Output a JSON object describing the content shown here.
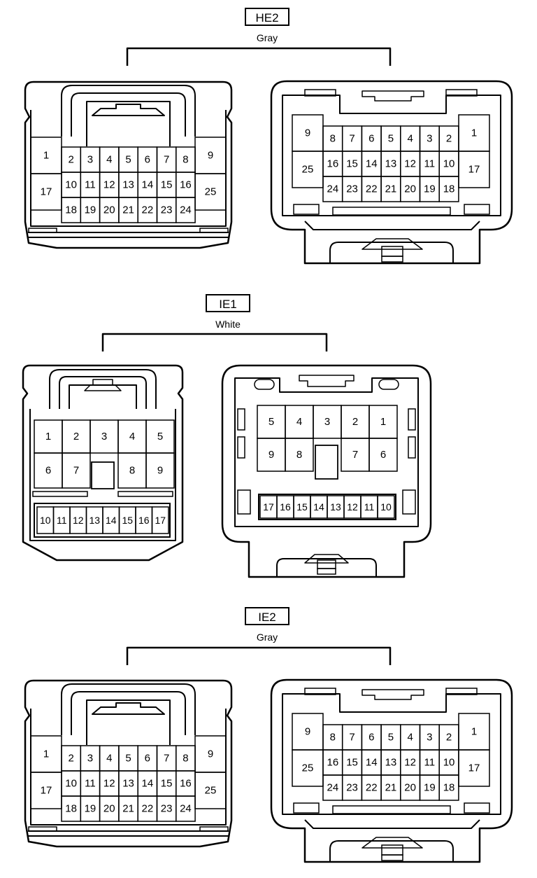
{
  "connectors": [
    {
      "code": "HE2",
      "color": "Gray",
      "female_pins": {
        "left_col": [
          "1",
          "17"
        ],
        "right_col": [
          "9",
          "25"
        ],
        "rows": [
          [
            "2",
            "3",
            "4",
            "5",
            "6",
            "7",
            "8"
          ],
          [
            "10",
            "11",
            "12",
            "13",
            "14",
            "15",
            "16"
          ],
          [
            "18",
            "19",
            "20",
            "21",
            "22",
            "23",
            "24"
          ]
        ]
      },
      "male_pins": {
        "left_col": [
          "9",
          "25"
        ],
        "right_col": [
          "1",
          "17"
        ],
        "rows": [
          [
            "8",
            "7",
            "6",
            "5",
            "4",
            "3",
            "2"
          ],
          [
            "16",
            "15",
            "14",
            "13",
            "12",
            "11",
            "10"
          ],
          [
            "24",
            "23",
            "22",
            "21",
            "20",
            "19",
            "18"
          ]
        ]
      }
    },
    {
      "code": "IE1",
      "color": "White",
      "female_pins": {
        "top_row": [
          "1",
          "2",
          "3",
          "4",
          "5"
        ],
        "mid_row": [
          "6",
          "7",
          "",
          "8",
          "9"
        ],
        "bottom_row": [
          "10",
          "11",
          "12",
          "13",
          "14",
          "15",
          "16",
          "17"
        ]
      },
      "male_pins": {
        "top_row": [
          "5",
          "4",
          "3",
          "2",
          "1"
        ],
        "mid_row": [
          "9",
          "8",
          "",
          "7",
          "6"
        ],
        "bottom_row": [
          "17",
          "16",
          "15",
          "14",
          "13",
          "12",
          "11",
          "10"
        ]
      }
    },
    {
      "code": "IE2",
      "color": "Gray",
      "female_pins": {
        "left_col": [
          "1",
          "17"
        ],
        "right_col": [
          "9",
          "25"
        ],
        "rows": [
          [
            "2",
            "3",
            "4",
            "5",
            "6",
            "7",
            "8"
          ],
          [
            "10",
            "11",
            "12",
            "13",
            "14",
            "15",
            "16"
          ],
          [
            "18",
            "19",
            "20",
            "21",
            "22",
            "23",
            "24"
          ]
        ]
      },
      "male_pins": {
        "left_col": [
          "9",
          "25"
        ],
        "right_col": [
          "1",
          "17"
        ],
        "rows": [
          [
            "8",
            "7",
            "6",
            "5",
            "4",
            "3",
            "2"
          ],
          [
            "16",
            "15",
            "14",
            "13",
            "12",
            "11",
            "10"
          ],
          [
            "24",
            "23",
            "22",
            "21",
            "20",
            "19",
            "18"
          ]
        ]
      }
    }
  ]
}
